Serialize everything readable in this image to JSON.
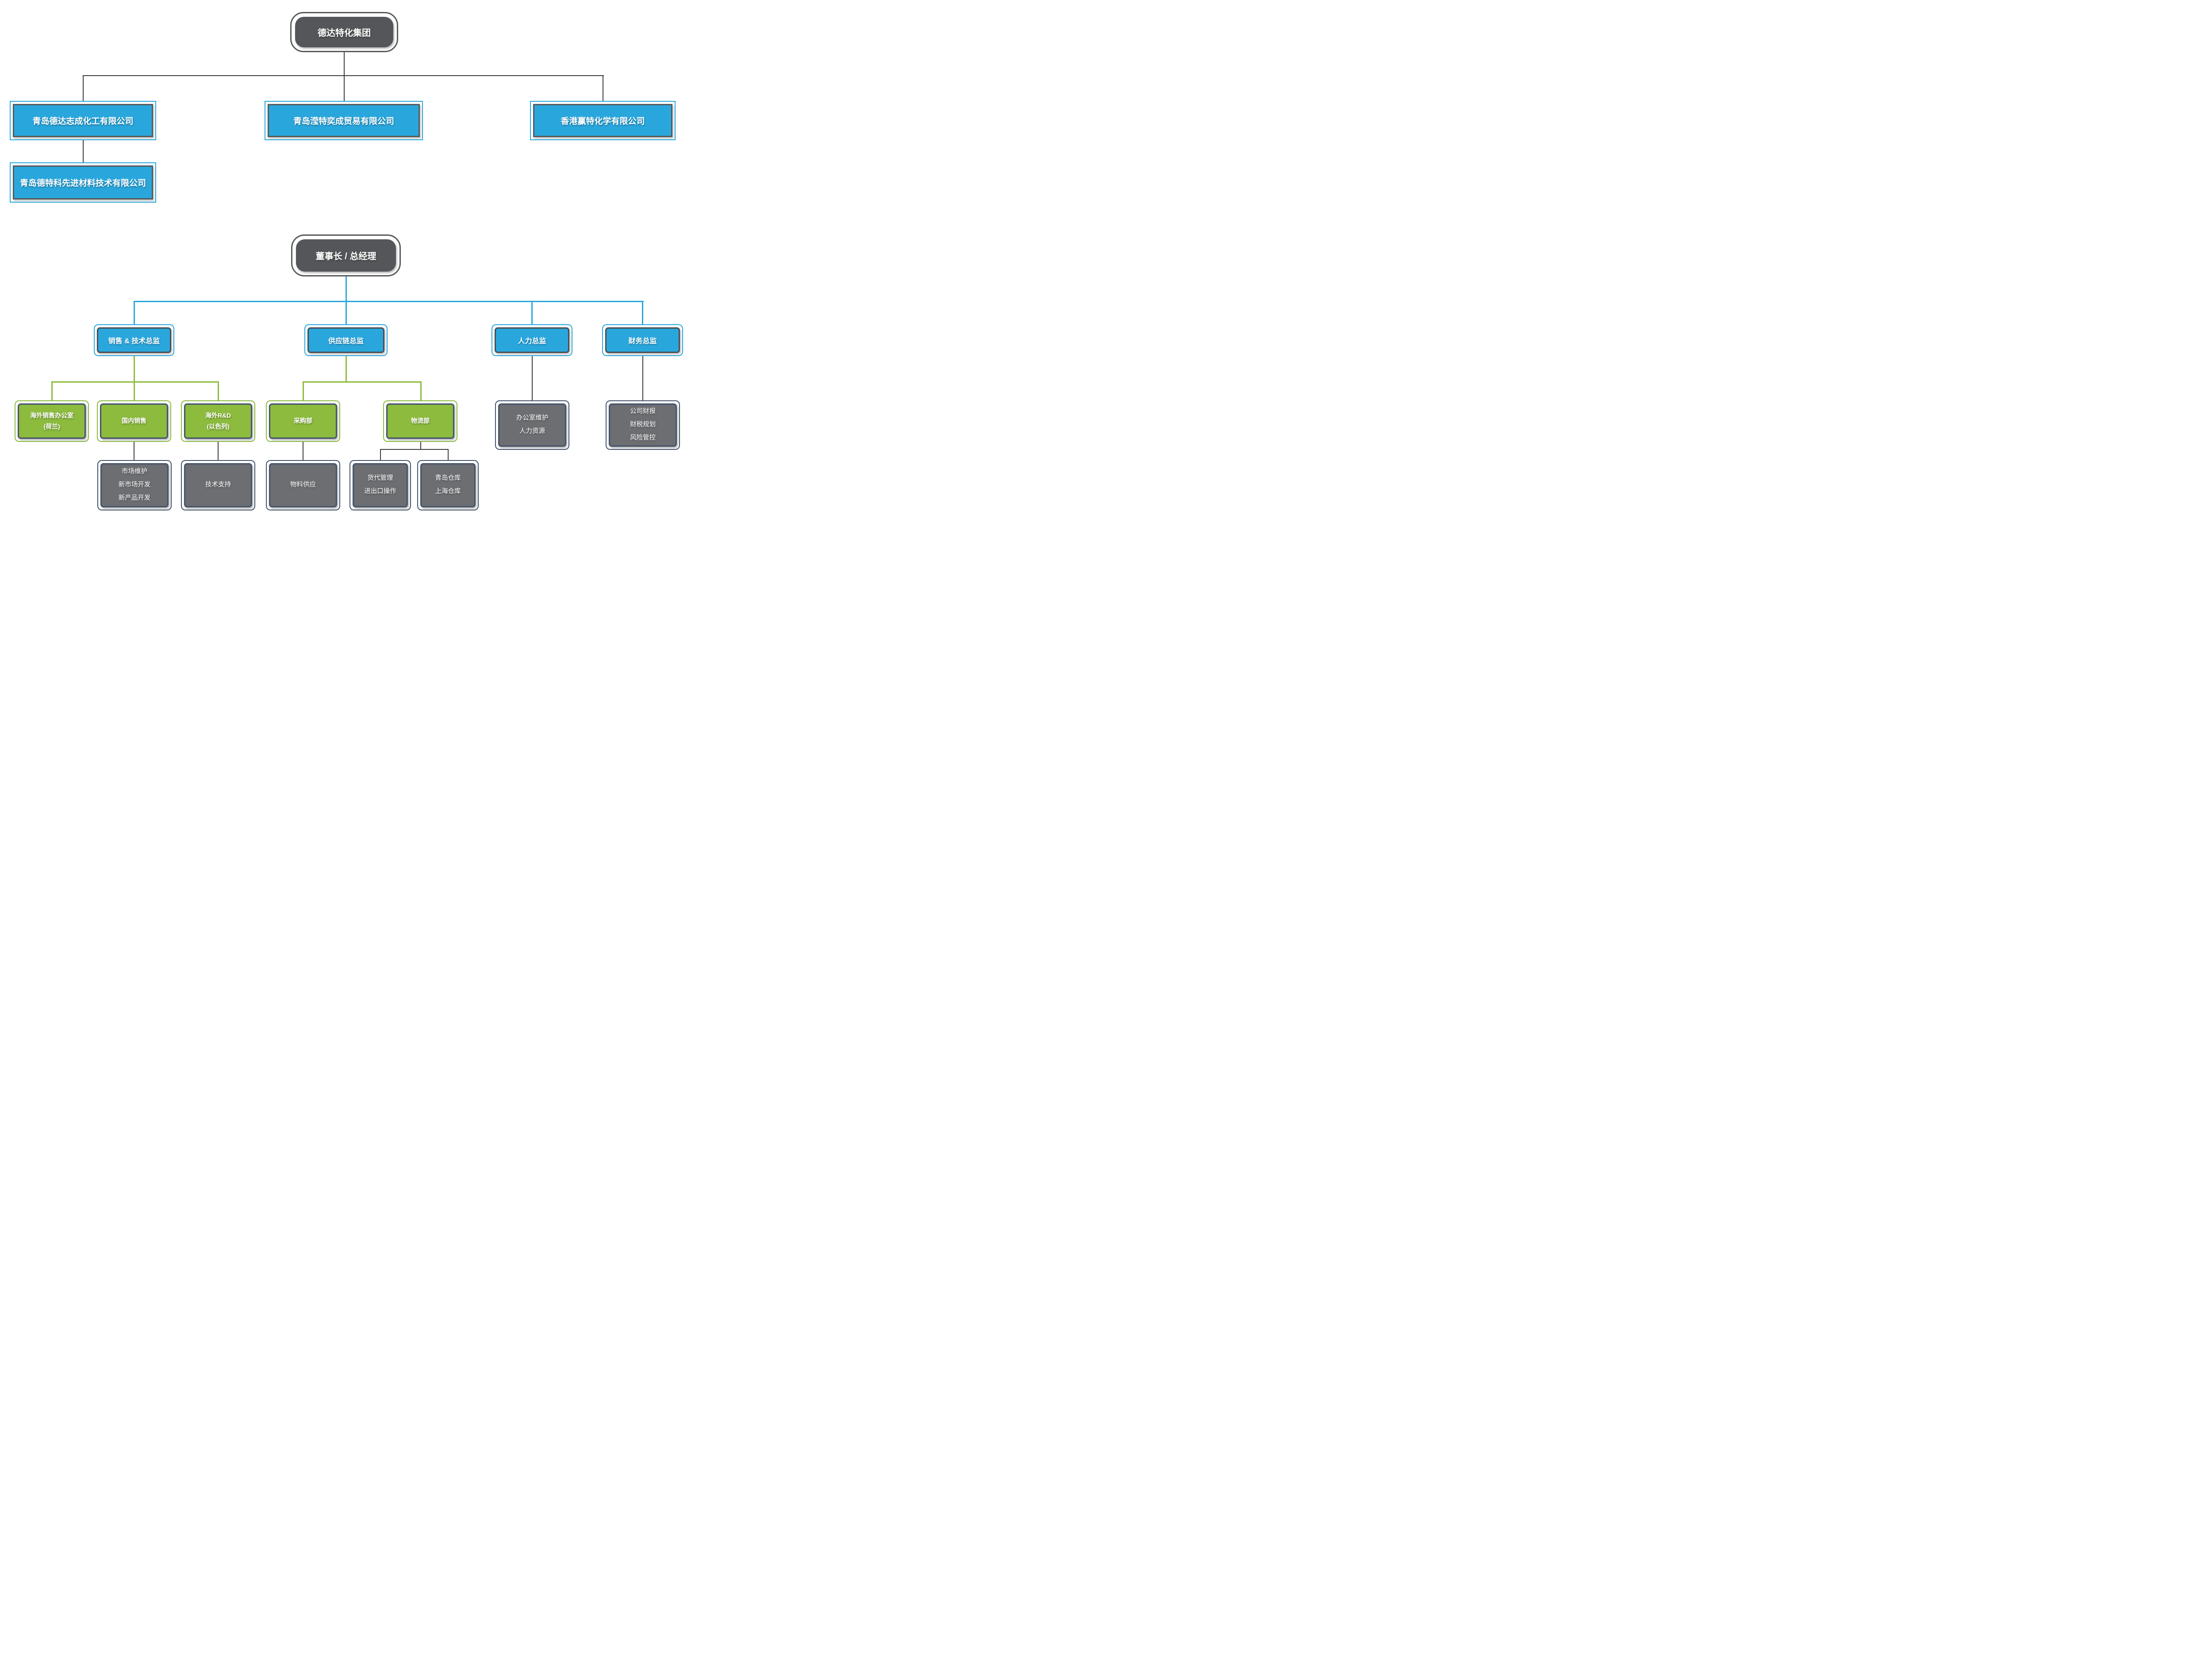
{
  "colors": {
    "blue": "#29a7dd",
    "green": "#8cbb3e",
    "dark_pill": "#545659",
    "gray_box": "#6c6e71",
    "slate_border": "#44546a",
    "dark_border": "#58595b",
    "line_black": "#3b3b3b",
    "text": "#ffffff",
    "background": "#ffffff"
  },
  "org": {
    "group": {
      "root": "德达特化集团",
      "children": [
        {
          "label": "青岛德达志成化工有限公司",
          "children": [
            {
              "label": "青岛德特科先进材料技术有限公司"
            }
          ]
        },
        {
          "label": "青岛滢特奕成贸易有限公司"
        },
        {
          "label": "香港赢特化学有限公司"
        }
      ]
    },
    "management": {
      "root": "董事长 / 总经理",
      "children": [
        {
          "label": "销售 & 技术总监",
          "children": [
            {
              "label": "海外销售办公室\n(荷兰)"
            },
            {
              "label": "国内销售",
              "children": [
                {
                  "label": "市场维护\n新市场开发\n新产品开发"
                }
              ]
            },
            {
              "label": "海外R&D\n(以色列)",
              "children": [
                {
                  "label": "技术支持"
                }
              ]
            }
          ]
        },
        {
          "label": "供应链总监",
          "children": [
            {
              "label": "采购部",
              "children": [
                {
                  "label": "物料供应"
                }
              ]
            },
            {
              "label": "物流部",
              "children": [
                {
                  "label": "货代管理\n进出口操作"
                },
                {
                  "label": "青岛仓库\n上海仓库"
                }
              ]
            }
          ]
        },
        {
          "label": "人力总监",
          "children": [
            {
              "label": "办公室维护\n人力资源"
            }
          ]
        },
        {
          "label": "财务总监",
          "children": [
            {
              "label": "公司财报\n财税规划\n风险管控"
            }
          ]
        }
      ]
    }
  }
}
